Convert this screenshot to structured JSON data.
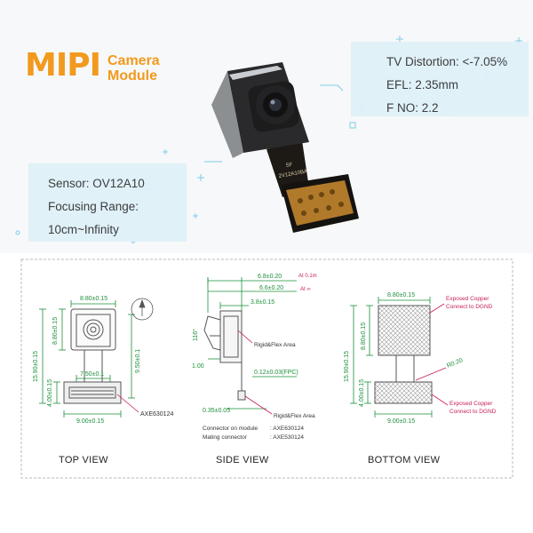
{
  "brand": {
    "title": "MIPI",
    "subtitle_line1": "Camera",
    "subtitle_line2": "Module"
  },
  "specs_right": {
    "tv_distortion": "TV Distortion: <-7.05%",
    "efl": "EFL: 2.35mm",
    "f_no": "F NO: 2.2"
  },
  "specs_left": {
    "sensor": "Sensor: OV12A10",
    "focusing_range_label": "Focusing Range:",
    "focusing_range_value": "10cm~Infinity"
  },
  "module_print": {
    "line1": "SF",
    "line2": "2V12A10BA"
  },
  "top_view": {
    "label": "TOP VIEW",
    "dim_width_top": "8.80±0.15",
    "dim_height_body": "8.80±0.15",
    "dim_height_total": "15.90±0.15",
    "dim_height_flex": "9.50±0.1",
    "dim_inner": "7.50±0.1",
    "dim_conn_h": "4.00±0.15",
    "dim_width_bottom": "9.00±0.15",
    "connector_label": "AXE630124"
  },
  "side_view": {
    "label": "SIDE VIEW",
    "dim_68": "6.8±0.20",
    "note_68": "At 0.1m",
    "dim_66": "6.6±0.20",
    "note_66": "At ∞",
    "dim_38": "3.8±0.15",
    "angle": "116°",
    "dim_100": "1.00",
    "fpc": "0.12±0.03(FPC)",
    "dim_035": "0.35±0.05",
    "area_top": "Rigid&Flex Area",
    "area_bottom": "Rigid&Flex Area",
    "conn_module_label": "Connector on module",
    "conn_module_value": ": AXE630124",
    "mating_label": "Mating connector",
    "mating_value": ": AXE530124"
  },
  "bottom_view": {
    "label": "BOTTOM VIEW",
    "dim_width_top": "8.80±0.15",
    "dim_height_body": "8.80±0.15",
    "dim_height_total": "15.90±0.15",
    "dim_conn_h": "4.00±0.15",
    "dim_width_bottom": "9.00±0.15",
    "radius": "R0.20",
    "copper_top_1": "Exposed Copper",
    "copper_top_2": "Connect to DGND",
    "copper_bottom_1": "Exposed Copper",
    "copper_bottom_2": "Connect to DGND"
  },
  "colors": {
    "accent_orange": "#f29a1e",
    "dim_green": "#1c8f3a",
    "note_red": "#c81d5a",
    "spec_bg": "#dff1f8"
  }
}
